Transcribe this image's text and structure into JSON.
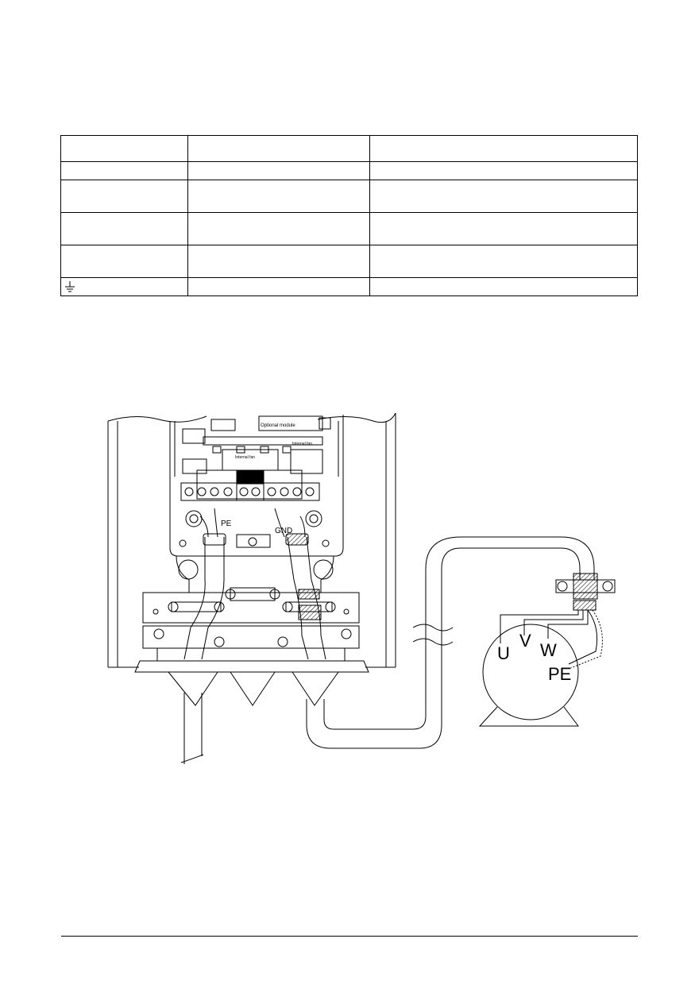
{
  "table": {
    "ground_symbol": "protective-earth-icon"
  },
  "drawing": {
    "module_label": "Optional module",
    "fan_label_left": "Internal fan",
    "fan_label_right": "Internal fan",
    "pe_terminal_label": "PE",
    "gnd_terminal_label": "GND",
    "motor_terminals": {
      "u": "U",
      "v": "V",
      "w": "W",
      "pe": "PE"
    }
  }
}
